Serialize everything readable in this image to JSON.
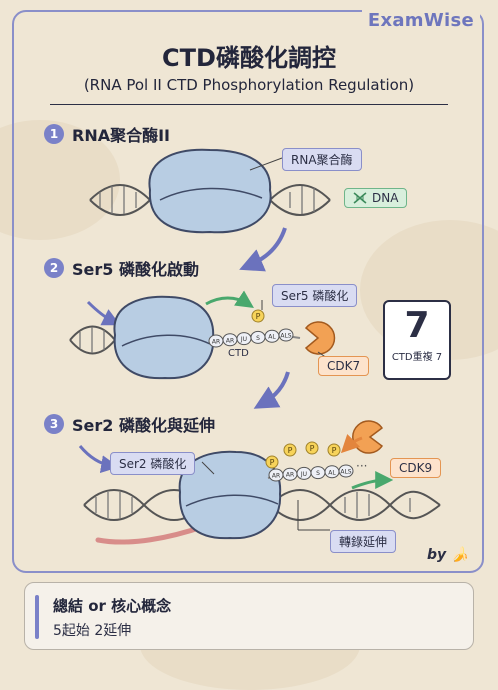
{
  "brand": "ExamWise",
  "title": "CTD磷酸化調控",
  "subtitle": "(RNA Pol II CTD Phosphorylation Regulation)",
  "steps": [
    {
      "num": "1",
      "label": "RNA聚合酶II"
    },
    {
      "num": "2",
      "label": "Ser5 磷酸化啟動"
    },
    {
      "num": "3",
      "label": "Ser2 磷酸化與延伸"
    }
  ],
  "labels": {
    "polymerase": "RNA聚合酶",
    "dna": "DNA",
    "ser5_phos": "Ser5 磷酸化",
    "ctd": "CTD",
    "cdk7": "CDK7",
    "ser2_phos": "Ser2 磷酸化",
    "cdk9": "CDK9",
    "elongation": "轉錄延伸",
    "phosphate": "P"
  },
  "ctd_repeat": {
    "value": "7",
    "caption": "CTD重複 7"
  },
  "ctd_beads": [
    "AR",
    "AR",
    "JU",
    "S",
    "AL",
    "ALS"
  ],
  "signature": "by 🍌",
  "summary": {
    "heading": "總結 or 核心概念",
    "body": "5起始 2延伸"
  },
  "colors": {
    "accent": "#7a81c8",
    "polymerase": "#b8cde3",
    "kinase": "#f2a154",
    "phosphate": "#f7d35a",
    "rna": "#d88d8a",
    "arrow_green": "#49a86d"
  }
}
